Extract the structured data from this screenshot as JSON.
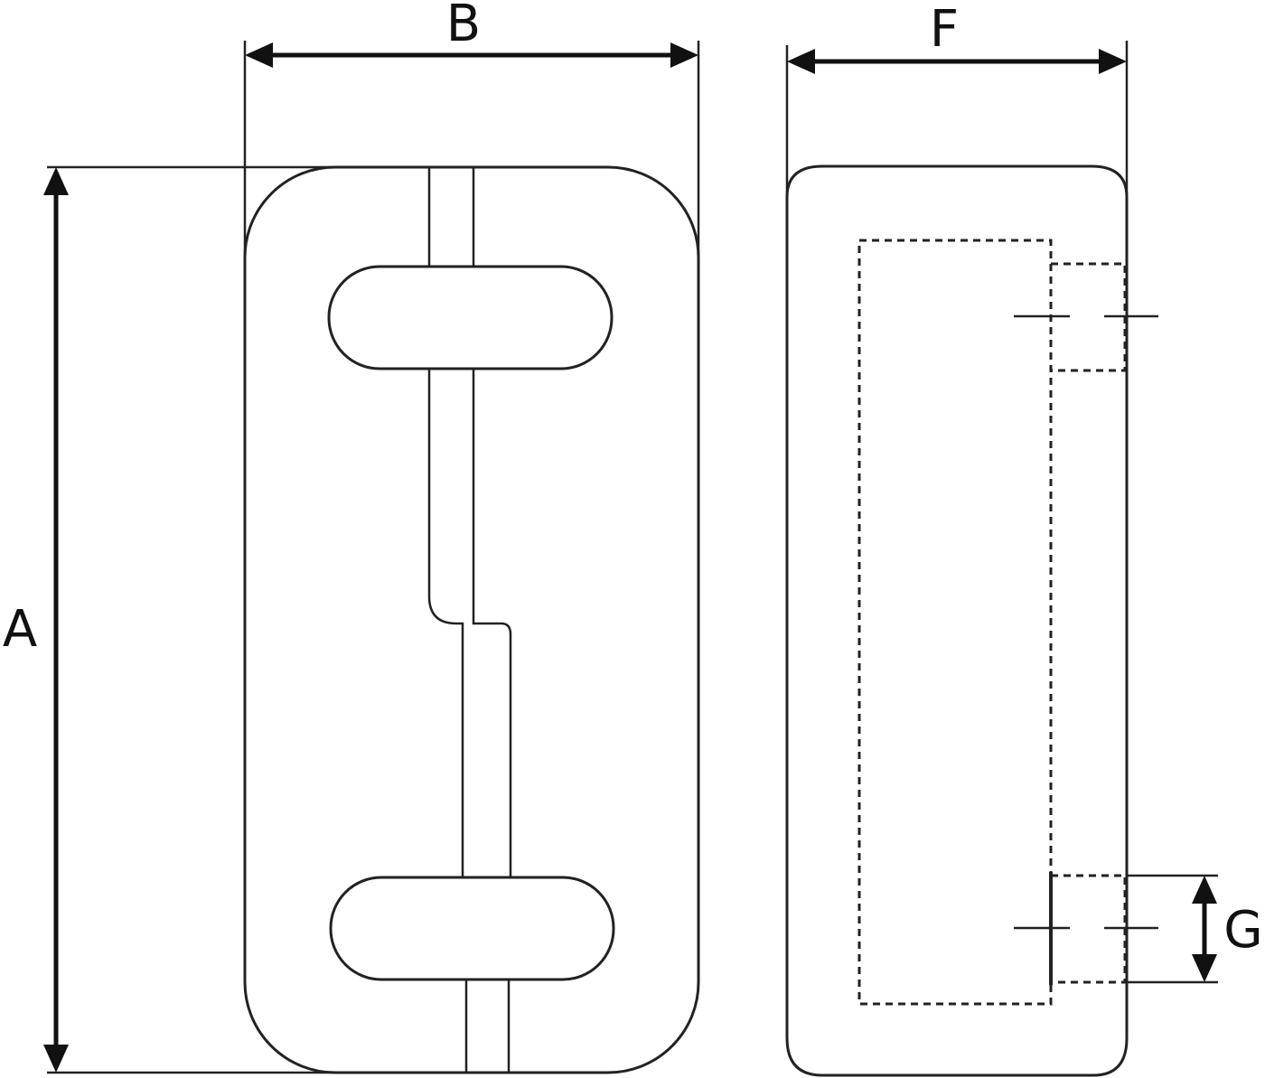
{
  "dimensions": {
    "a": "A",
    "b": "B",
    "f": "F",
    "g": "G"
  },
  "colors": {
    "line": "#222222",
    "background": "#ffffff"
  }
}
